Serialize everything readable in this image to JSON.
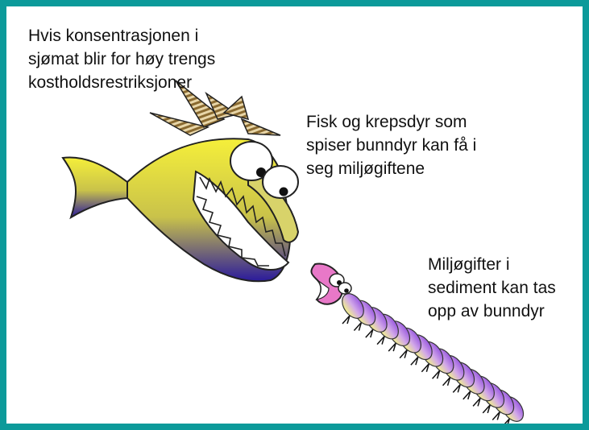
{
  "captions": {
    "top": {
      "lines": [
        "Hvis konsentrasjonen i",
        "sjømat blir for høy trengs",
        "kostholdsrestriksjoner"
      ]
    },
    "middle": {
      "lines": [
        "Fisk og krepsdyr som",
        "spiser bunndyr kan få i",
        "seg miljøgiftene"
      ]
    },
    "bottom": {
      "lines": [
        "Miljøgifter i",
        "sediment kan tas",
        "opp av bunndyr"
      ]
    }
  },
  "colors": {
    "border": "#0c9a9a",
    "fish_top": "#f5ef3a",
    "fish_bottom": "#2a1a9c",
    "worm_light": "#f2f28a",
    "worm_dark": "#9a5ae0",
    "worm_head": "#e878c8"
  },
  "illustrations": {
    "fish": "fish-illustration",
    "worm": "worm-illustration"
  }
}
